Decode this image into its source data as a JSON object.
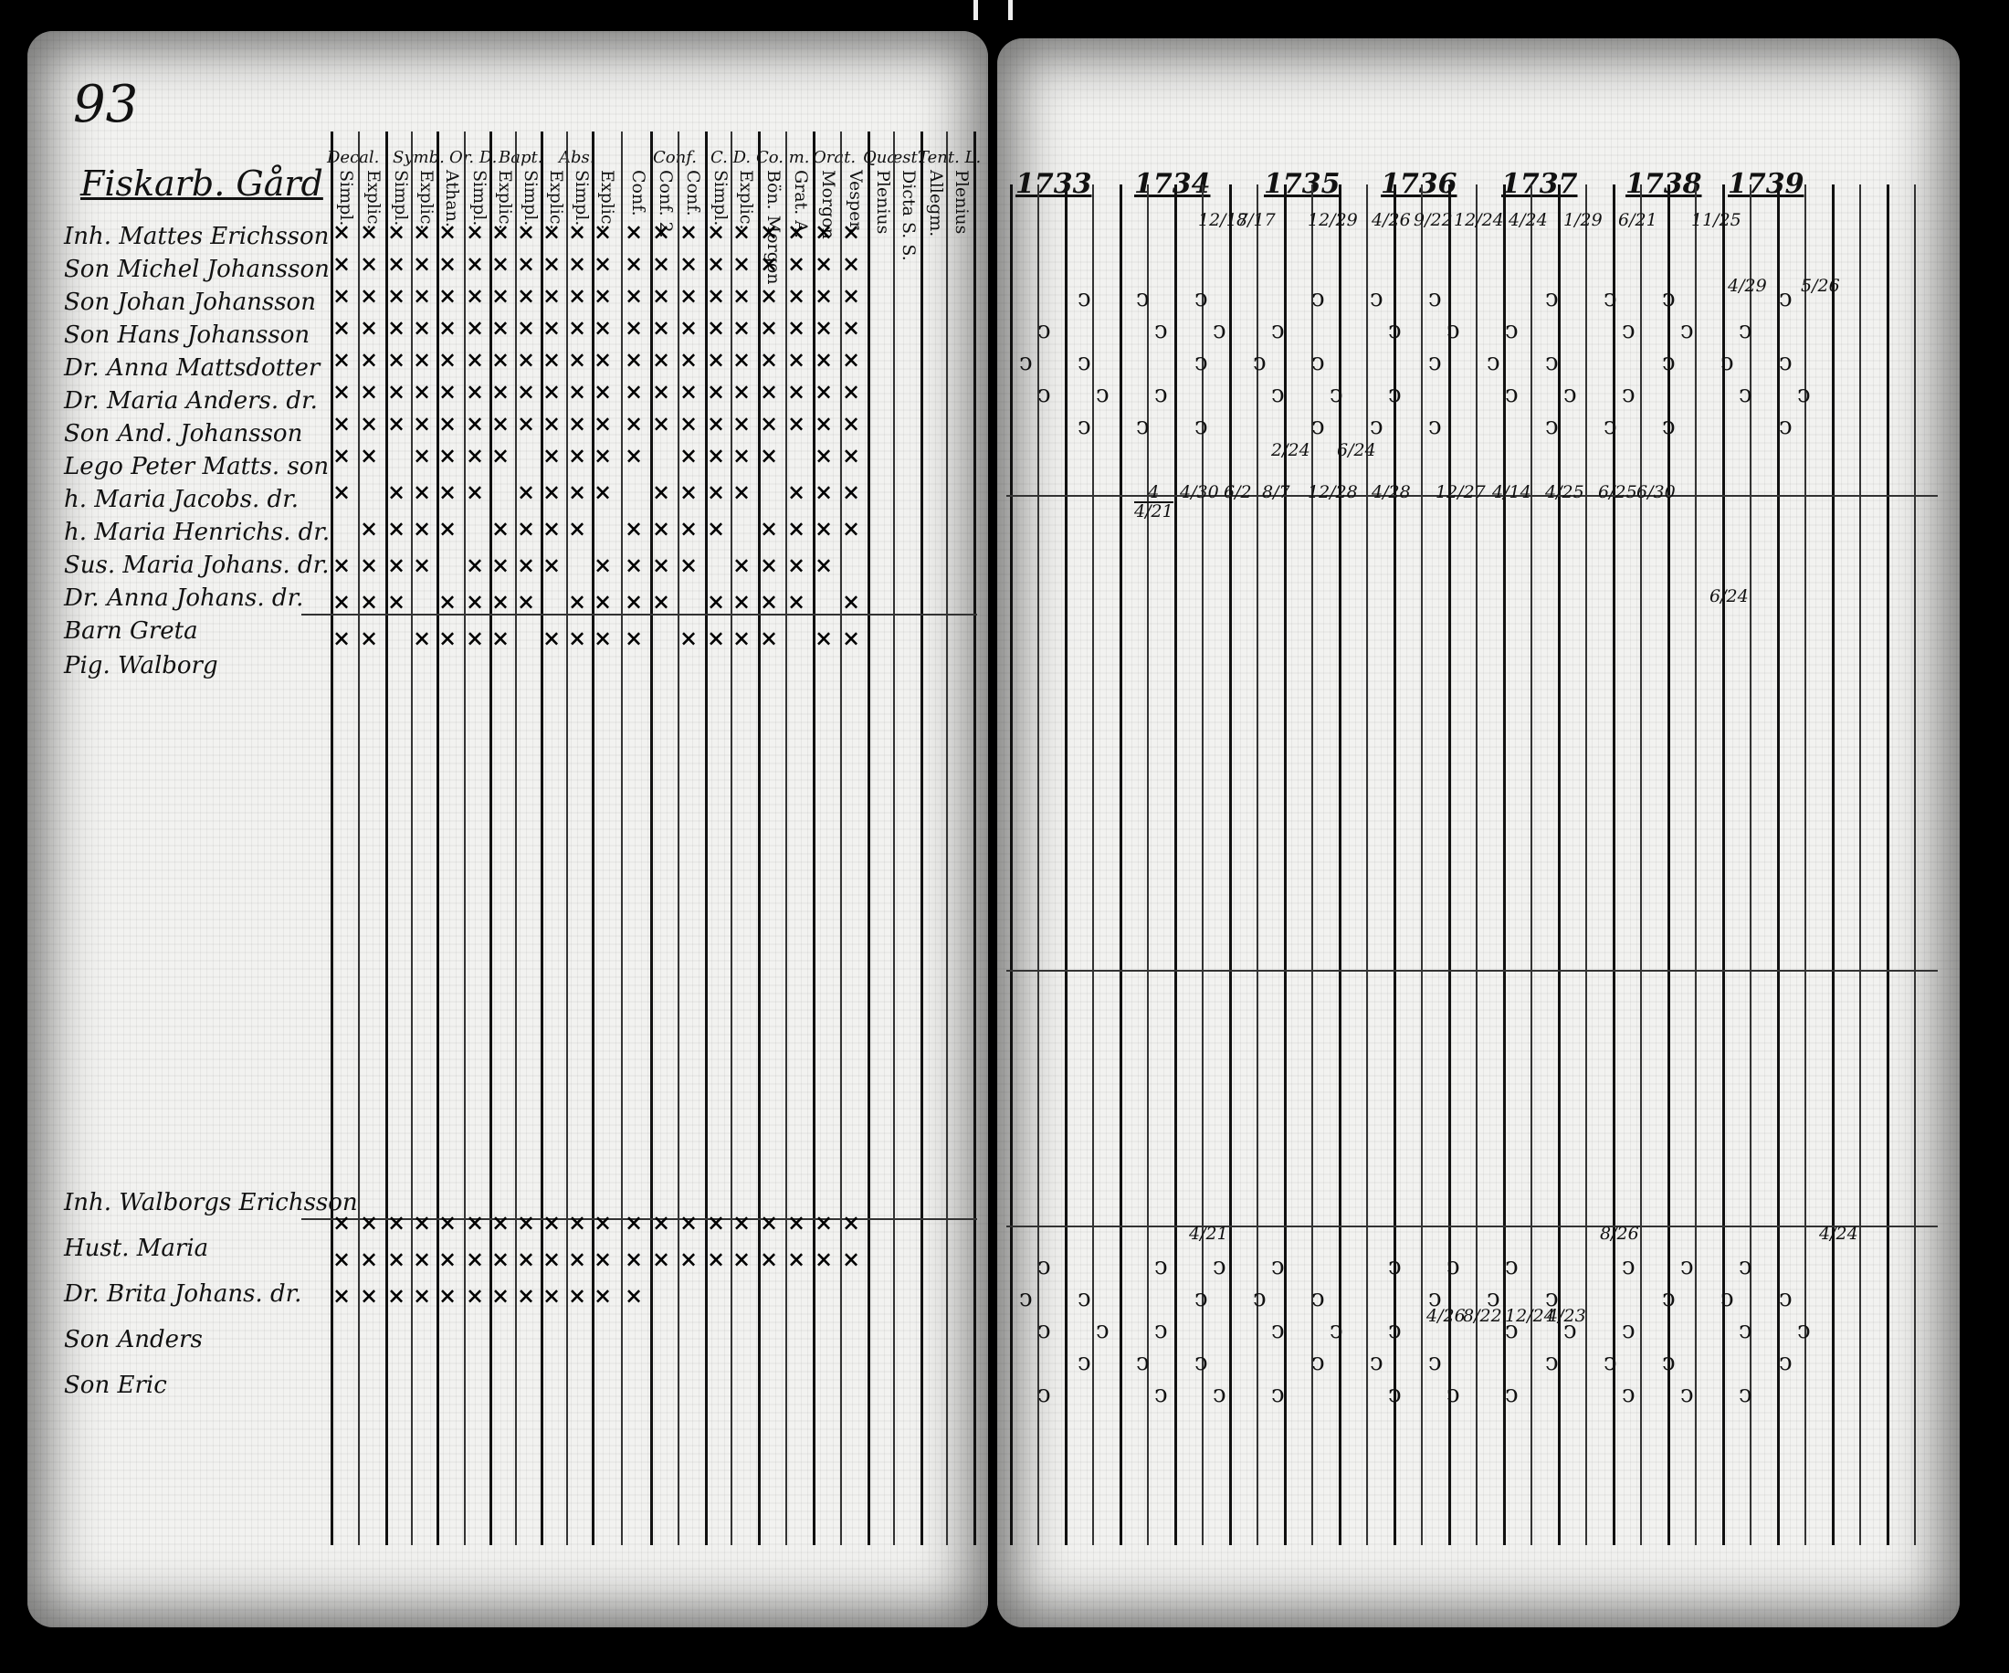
{
  "left_page": {
    "page_number": "93",
    "house_label": "Fiskarb. Gård",
    "column_groups": [
      "Decal.",
      "Symb.",
      "Or. D.",
      "Bapt.",
      "Abs.",
      "Conf.",
      "C. D.",
      "Co. m.",
      "Orat.",
      "Quæst.",
      "Tent. L."
    ],
    "columns": [
      "Simpl.",
      "Explic.",
      "Simpl.",
      "Explic.",
      "Athan.",
      "Simpl.",
      "Explic.",
      "Simpl.",
      "Explic.",
      "Simpl.",
      "Explic.",
      "Conf.",
      "Conf. 2.",
      "Conf.",
      "Simpl.",
      "Explic.",
      "Bön. Morgon",
      "Grat. A.",
      "Morgon",
      "Vesper.",
      "Plenius",
      "Dicta S. S.",
      "Allegm.",
      "Plenius"
    ],
    "names_top": [
      "Inh. Mattes Erichsson",
      "Son Michel Johansson",
      "Son Johan Johansson",
      "Son Hans Johansson",
      "Dr. Anna Mattsdotter",
      "Dr. Maria Anders. dr.",
      "Son And. Johansson",
      "Lego Peter Matts. son",
      "h. Maria Jacobs. dr.",
      "h. Maria Henrichs. dr.",
      "Sus. Maria Johans. dr.",
      "Dr. Anna Johans. dr.",
      "Barn Greta",
      "Pig. Walborg"
    ],
    "names_bottom": [
      "Inh. Walborgs Erichsson",
      "Hust. Maria",
      "Dr. Brita Johans. dr.",
      "Son Anders",
      "Son Eric"
    ]
  },
  "right_page": {
    "years": [
      "1733",
      "1734",
      "1735",
      "1736",
      "1737",
      "1738",
      "1739"
    ],
    "dates_row_a": [
      "4/21",
      "4/30",
      "6/2",
      "8/7",
      "12/28",
      "4/28",
      "12/27",
      "4/14",
      "4/25",
      "6/25",
      "6/30"
    ],
    "dates_row_b": [
      "12/17",
      "8/17",
      "12/29",
      "4/26",
      "9/22",
      "12/24",
      "4/24",
      "1/29",
      "6/21",
      "11/25"
    ],
    "dates_row_c": [
      "5/26",
      "4/29",
      "2/24",
      "6/24",
      "6/24"
    ],
    "dates_row_d": [
      "4/26",
      "8/22",
      "12/24",
      "4/23",
      "4/21",
      "8/26",
      "4/24"
    ]
  }
}
